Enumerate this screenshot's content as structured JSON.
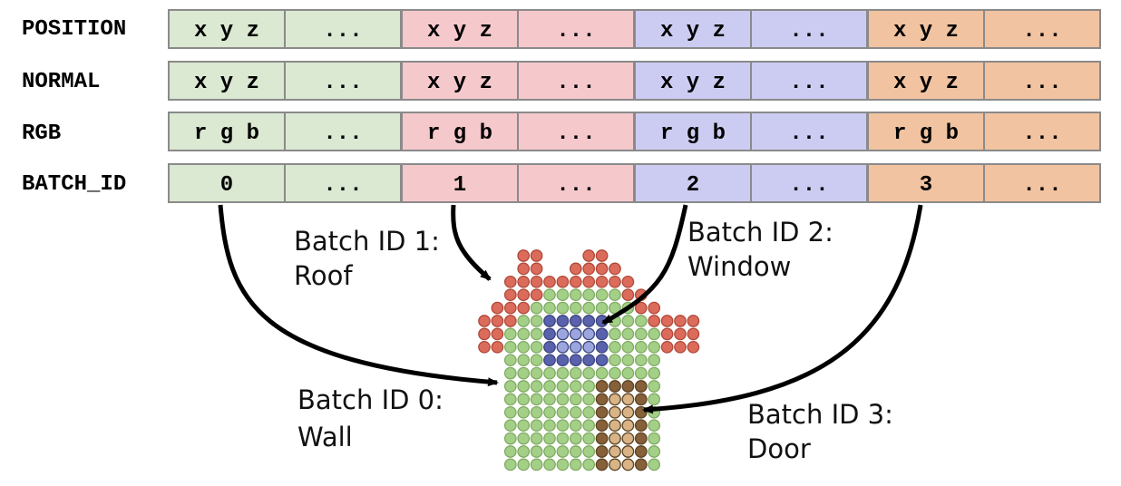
{
  "colors": {
    "green": "#dbe8d2",
    "red": "#f5c8cc",
    "blue": "#ccccf3",
    "orange": "#f1c3a0",
    "grid_border": "#8a8a8a",
    "wall_dot": "#a4cf86",
    "roof_dot": "#db6c5c",
    "window_dot": "#5a62ad",
    "window_inner_dot": "#9ba6de",
    "door_dot": "#866039",
    "door_inner_dot": "#d8b486"
  },
  "table": {
    "rows": [
      {
        "label": "POSITION",
        "cells": [
          "x y z",
          "...",
          "x y z",
          "...",
          "x y z",
          "...",
          "x y z",
          "..."
        ]
      },
      {
        "label": "NORMAL",
        "cells": [
          "x y z",
          "...",
          "x y z",
          "...",
          "x y z",
          "...",
          "x y z",
          "..."
        ]
      },
      {
        "label": "RGB",
        "cells": [
          "r g b",
          "...",
          "r g b",
          "...",
          "r g b",
          "...",
          "r g b",
          "..."
        ]
      },
      {
        "label": "BATCH_ID",
        "cells": [
          "0",
          "...",
          "1",
          "...",
          "2",
          "...",
          "3",
          "..."
        ]
      }
    ],
    "group_colors": [
      "green",
      "green",
      "red",
      "red",
      "blue",
      "blue",
      "orange",
      "orange"
    ]
  },
  "captions": {
    "roof": {
      "line1": "Batch ID 1:",
      "line2": "Roof"
    },
    "window": {
      "line1": "Batch ID 2:",
      "line2": "Window"
    },
    "wall": {
      "line1": "Batch ID 0:",
      "line2": "Wall"
    },
    "door": {
      "line1": "Batch ID 3:",
      "line2": "Door"
    }
  }
}
